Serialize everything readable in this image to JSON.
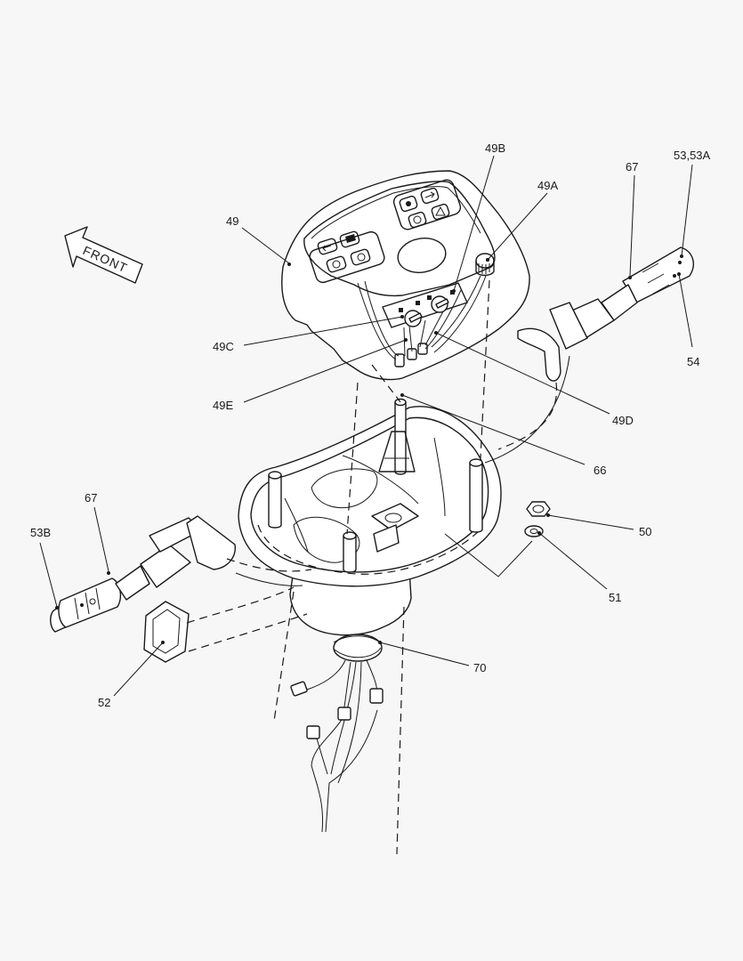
{
  "front_label": "FRONT",
  "callouts": {
    "c49": "49",
    "c49A": "49A",
    "c49B": "49B",
    "c49C": "49C",
    "c49D": "49D",
    "c49E": "49E",
    "c50": "50",
    "c51": "51",
    "c52": "52",
    "c53_53A": "53,53A",
    "c53B": "53B",
    "c54": "54",
    "c66": "66",
    "c67_right": "67",
    "c67_left": "67",
    "c70": "70"
  }
}
